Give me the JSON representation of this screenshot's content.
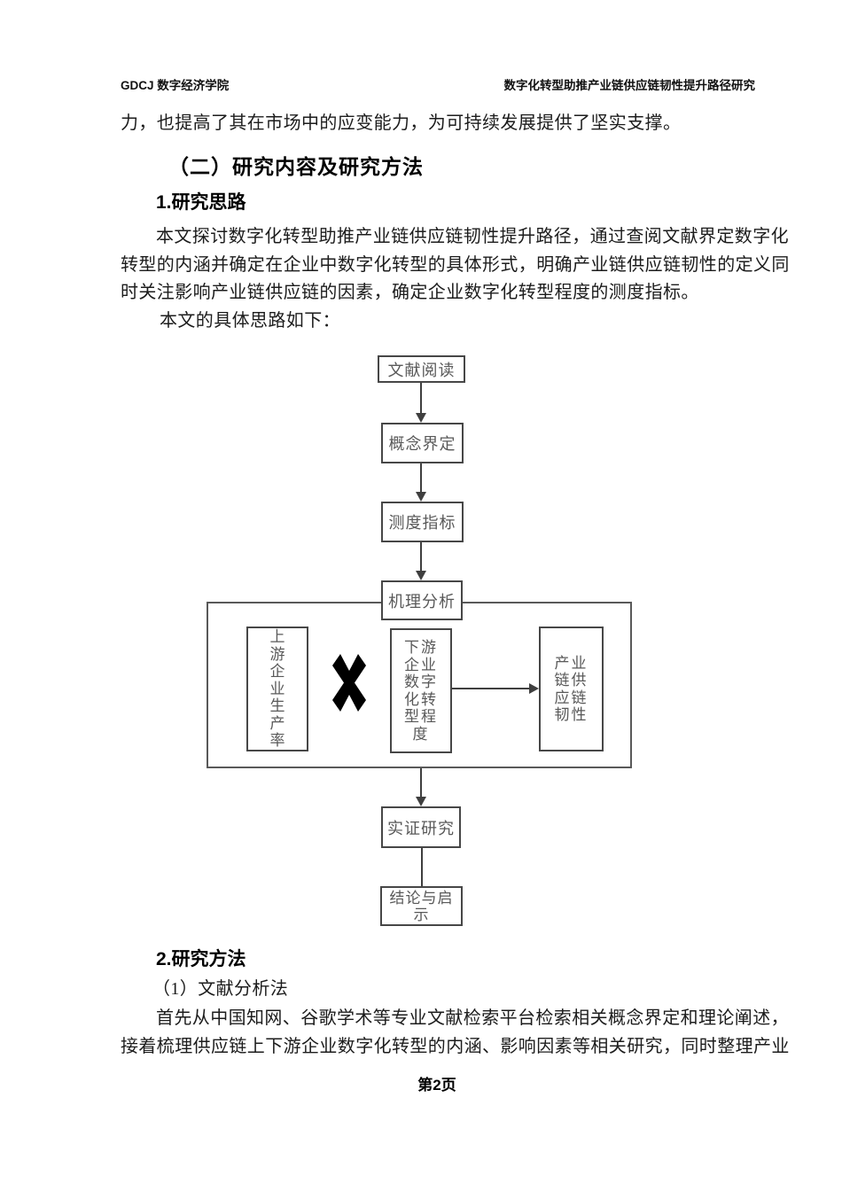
{
  "header": {
    "left": "GDCJ 数字经济学院",
    "right": "数字化转型助推产业链供应链韧性提升路径研究"
  },
  "content": {
    "intro_tail": "力，也提高了其在市场中的应变能力，为可持续发展提供了坚实支撑。",
    "section_heading": "（二）研究内容及研究方法",
    "sub_heading_1": "1.研究思路",
    "para1_line1": "本文探讨数字化转型助推产业链供应链韧性提升路径，通过查阅文献界定数字化",
    "para1_line2": "转型的内涵并确定在企业中数字化转型的具体形式，明确产业链供应链韧性的定义同",
    "para1_line3": "时关注影响产业链供应链的因素，确定企业数字化转型程度的测度指标。",
    "para2": "本文的具体思路如下：",
    "sub_heading_2": "2.研究方法",
    "method_item": "（1）文献分析法",
    "para3_line1": "首先从中国知网、谷歌学术等专业文献检索平台检索相关概念界定和理论阐述，",
    "para3_line2": "接着梳理供应链上下游企业数字化转型的内涵、影响因素等相关研究，同时整理产业"
  },
  "flowchart": {
    "node_literature": "文献阅读",
    "node_concept": "概念界定",
    "node_measure": "测度指标",
    "node_mechanism": "机理分析",
    "box_upstream": "上\n游\n企\n业\n生\n产\n率",
    "box_downstream": "下游\n企业\n数字\n化转\n型程\n度",
    "box_resilience": "产业\n链供\n应链\n韧性",
    "node_empirical": "实证研究",
    "node_conclusion": "结论与启\n示",
    "cross_icon_name": "bold-x-cross"
  },
  "footer": {
    "page_number": "第2页"
  },
  "colors": {
    "page_bg": "#ffffff",
    "ink": "#1c1c1c",
    "box_border": "#474747",
    "big_rect_border": "#595959",
    "box_text": "#595959",
    "connector": "#3f3f3f",
    "cross": "#000000"
  }
}
